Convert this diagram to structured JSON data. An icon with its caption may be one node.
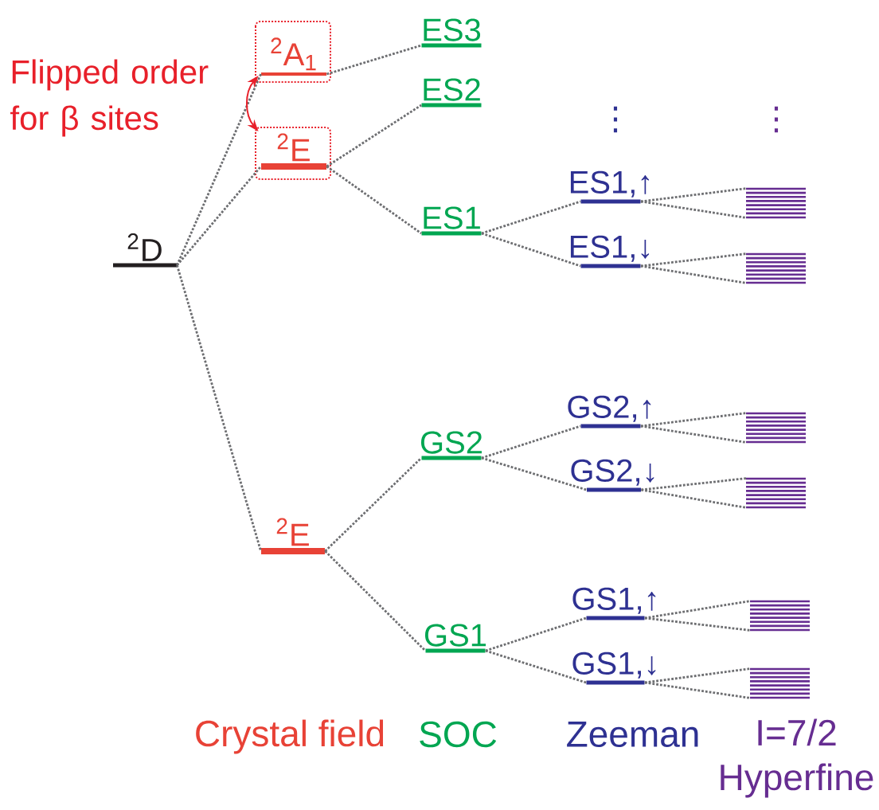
{
  "diagram": {
    "nodes": [
      {
        "text": [
          "$^{2}$D"
        ]
      },
      {
        "text": [
          "$^{2}$A$_{1}$"
        ]
      },
      {
        "text": [
          "$^{2}$E"
        ]
      },
      {
        "text": [
          "ES3"
        ]
      },
      {
        "text": [
          "ES2"
        ]
      },
      {
        "text": [
          "ES1"
        ]
      },
      {
        "text": [
          "ES1,↑"
        ]
      },
      {
        "text": [
          "ES1,↓"
        ]
      },
      {
        "text": [],
        "shape": "bar"
      },
      {
        "text": [],
        "shape": "bar"
      },
      {
        "text": [
          "$^{2}$E"
        ]
      },
      {
        "text": [
          "GS2"
        ]
      },
      {
        "text": [
          "GS2,↑"
        ]
      },
      {
        "text": [
          "GS2,↓"
        ]
      },
      {
        "text": [],
        "shape": "bar"
      },
      {
        "text": [],
        "shape": "bar"
      },
      {
        "text": [
          "GS1"
        ]
      },
      {
        "text": [
          "GS1,↑"
        ]
      },
      {
        "text": [
          "GS1,↓"
        ]
      },
      {
        "text": [],
        "shape": "bar"
      },
      {
        "text": [],
        "shape": "bar"
      }
    ],
    "edges": [
      {
        "from": 0,
        "to": 1,
        "arrow": "none",
        "style": "dashed"
      },
      {
        "from": 0,
        "to": 2,
        "arrow": "none",
        "style": "dashed"
      },
      {
        "from": 0,
        "to": 10,
        "arrow": "none",
        "style": "dashed"
      },
      {
        "from": 1,
        "to": 2,
        "arrow": "both",
        "color": "#e8202a"
      },
      {
        "from": 1,
        "to": 3,
        "arrow": "none",
        "style": "dashed"
      },
      {
        "from": 2,
        "to": 4,
        "arrow": "none",
        "style": "dashed"
      },
      {
        "from": 2,
        "to": 5,
        "arrow": "none",
        "style": "dashed"
      },
      {
        "from": 5,
        "to": 6,
        "arrow": "none",
        "style": "dashed"
      },
      {
        "from": 5,
        "to": 7,
        "arrow": "none",
        "style": "dashed"
      },
      {
        "from": 6,
        "to": 8,
        "arrow": "none",
        "style": "dashed"
      },
      {
        "from": 6,
        "to": 8,
        "arrow": "none",
        "style": "dashed"
      },
      {
        "from": 7,
        "to": 9,
        "arrow": "none",
        "style": "dashed"
      },
      {
        "from": 7,
        "to": 9,
        "arrow": "none",
        "style": "dashed"
      },
      {
        "from": 10,
        "to": 11,
        "arrow": "none",
        "style": "dashed"
      },
      {
        "from": 10,
        "to": 16,
        "arrow": "none",
        "style": "dashed"
      },
      {
        "from": 11,
        "to": 12,
        "arrow": "none",
        "style": "dashed"
      },
      {
        "from": 11,
        "to": 13,
        "arrow": "none",
        "style": "dashed"
      },
      {
        "from": 12,
        "to": 14,
        "arrow": "none",
        "style": "dashed"
      },
      {
        "from": 12,
        "to": 14,
        "arrow": "none",
        "style": "dashed"
      },
      {
        "from": 13,
        "to": 15,
        "arrow": "none",
        "style": "dashed"
      },
      {
        "from": 13,
        "to": 15,
        "arrow": "none",
        "style": "dashed"
      },
      {
        "from": 16,
        "to": 17,
        "arrow": "none",
        "style": "dashed"
      },
      {
        "from": 16,
        "to": 18,
        "arrow": "none",
        "style": "dashed"
      },
      {
        "from": 17,
        "to": 19,
        "arrow": "none",
        "style": "dashed"
      },
      {
        "from": 17,
        "to": 19,
        "arrow": "none",
        "style": "dashed"
      },
      {
        "from": 18,
        "to": 20,
        "arrow": "none",
        "style": "dashed"
      },
      {
        "from": 18,
        "to": 20,
        "arrow": "none",
        "style": "dashed"
      }
    ],
    "labels": [
      "Flipped order for β sites",
      "⋮",
      "⋮",
      "Crystal field",
      "SOC",
      "Zeeman",
      "I=7/2 Hyperfine"
    ]
  }
}
